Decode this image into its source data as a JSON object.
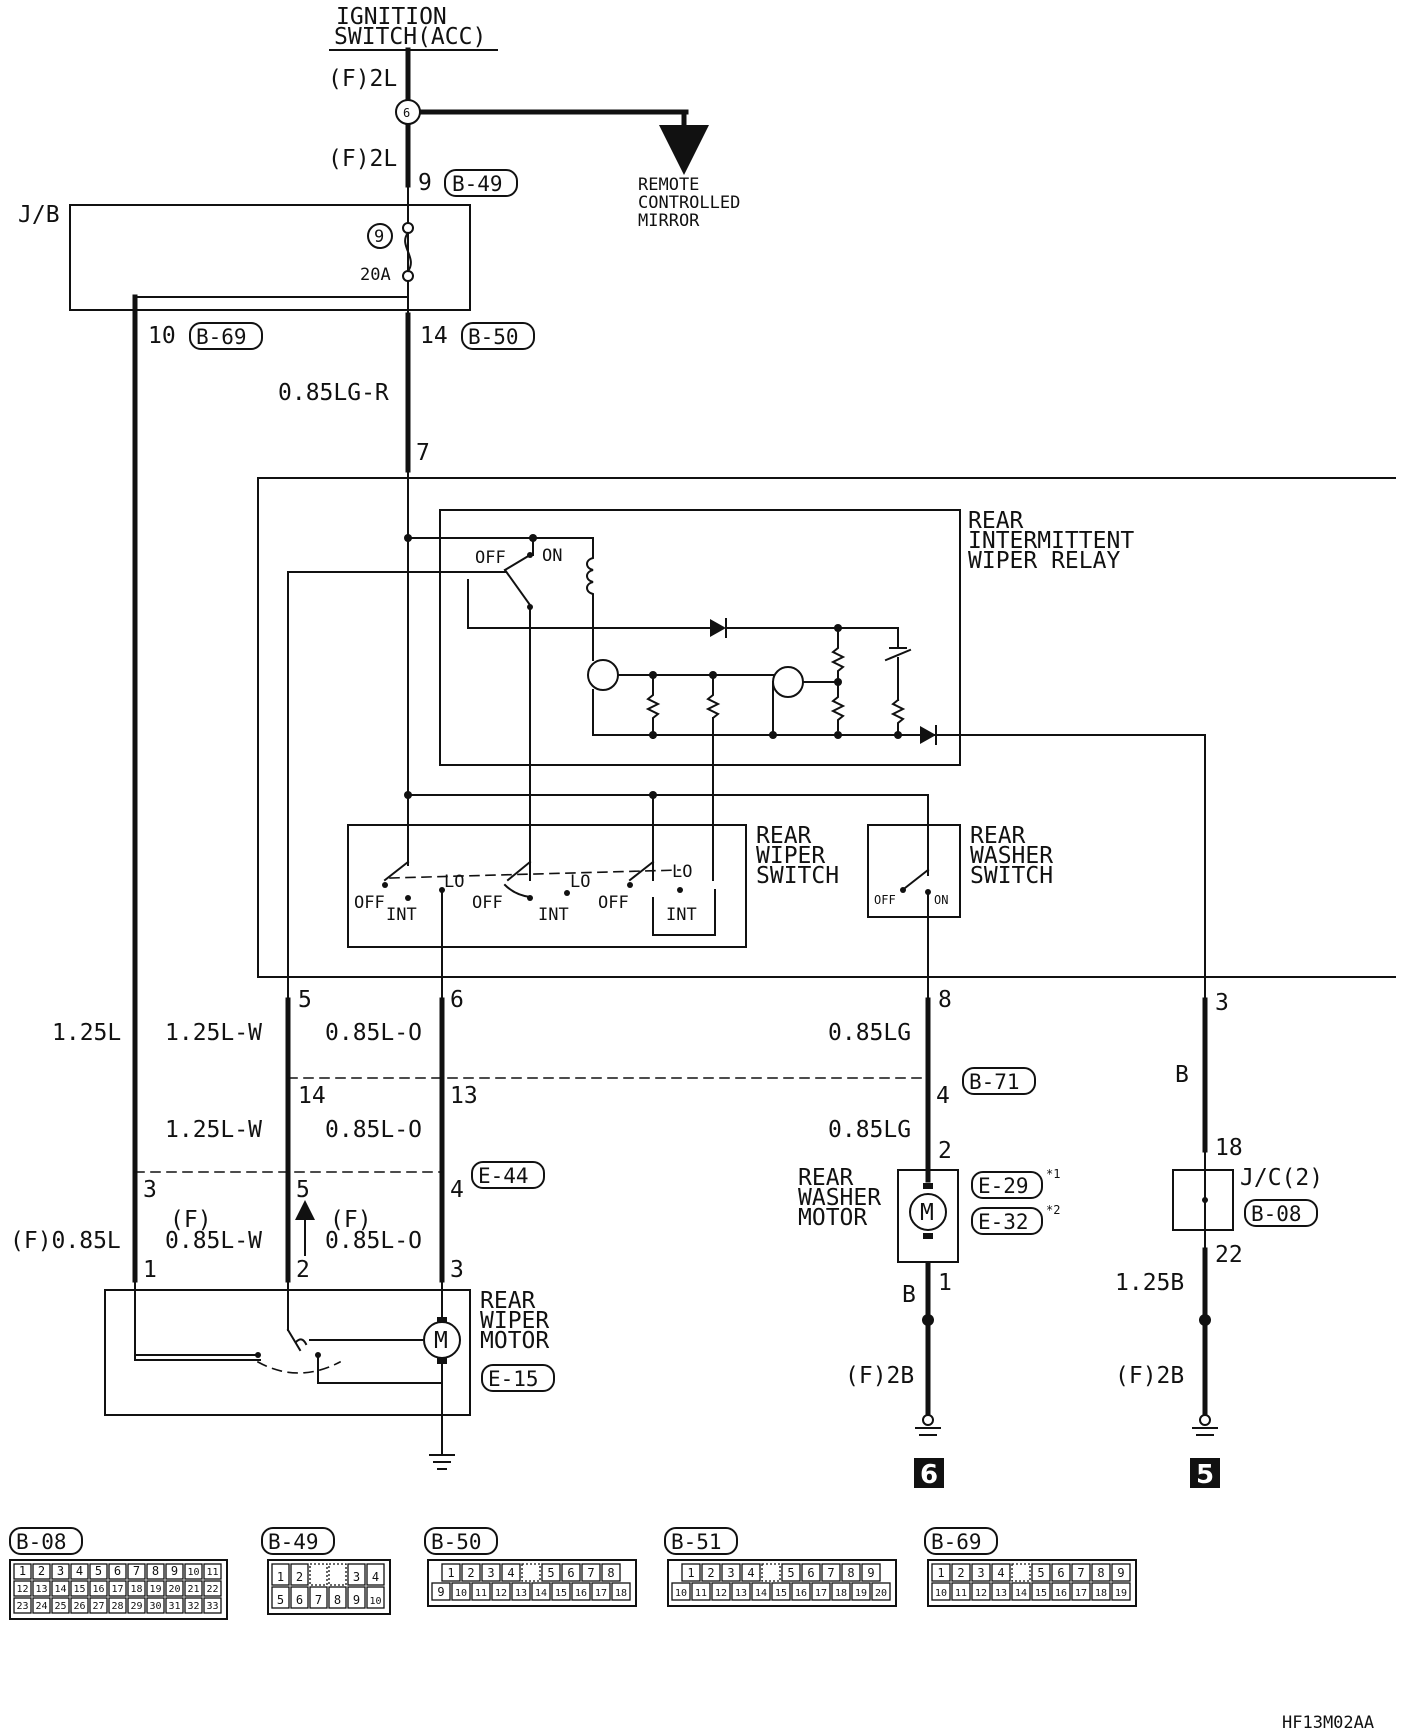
{
  "source": {
    "line1": "IGNITION",
    "line2": "SWITCH(ACC)"
  },
  "remote_mirror": {
    "line1": "REMOTE",
    "line2": "CONTROLLED",
    "line3": "MIRROR"
  },
  "junction_block": {
    "label": "J/B",
    "fuse_no": "9",
    "fuse_rating": "20A"
  },
  "splice_no": "6",
  "components": {
    "relay": {
      "line1": "REAR",
      "line2": "INTERMITTENT",
      "line3": "WIPER RELAY",
      "off": "OFF",
      "on": "ON"
    },
    "wiper_switch": {
      "line1": "REAR",
      "line2": "WIPER",
      "line3": "SWITCH",
      "off": "OFF",
      "int": "INT",
      "lo": "LO"
    },
    "washer_switch": {
      "line1": "REAR",
      "line2": "WASHER",
      "line3": "SWITCH",
      "off": "OFF",
      "on": "ON"
    },
    "washer_motor": {
      "line1": "REAR",
      "line2": "WASHER",
      "line3": "MOTOR",
      "connector_a": "E-29",
      "note_a": "*1",
      "connector_b": "E-32",
      "note_b": "*2"
    },
    "wiper_motor": {
      "line1": "REAR",
      "line2": "WIPER",
      "line3": "MOTOR",
      "connector": "E-15"
    },
    "joint_connector": {
      "label": "J/C(2)",
      "connector": "B-08"
    },
    "motor_symbol": "M"
  },
  "wires": {
    "f2l_top": "(F)2L",
    "f2l_mid": "(F)2L",
    "lg_r": "0.85LG-R",
    "l125": "1.25L",
    "lw_upper": "1.25L-W",
    "lo_upper": "0.85L-O",
    "lw_lower": "1.25L-W",
    "lo_lower": "0.85L-O",
    "f085l": "(F)0.85L",
    "f_w": "(F)",
    "lw_bottom": "0.85L-W",
    "f_o": "(F)",
    "lo_bottom": "0.85L-O",
    "lg_upper": "0.85LG",
    "lg_lower": "0.85LG",
    "b_motor": "B",
    "f2b_left": "(F)2B",
    "b_jc": "B",
    "b125": "1.25B",
    "f2b_right": "(F)2B"
  },
  "pins": {
    "p9": "9",
    "p10": "10",
    "p14a": "14",
    "p7": "7",
    "p5": "5",
    "p6": "6",
    "p8": "8",
    "p3r": "3",
    "p14b": "14",
    "p13": "13",
    "p4b": "4",
    "p2w": "2",
    "p3e": "3",
    "p5e": "5",
    "p4e": "4",
    "p1m": "1",
    "p2m": "2",
    "p3m": "3",
    "p1w": "1",
    "p18": "18",
    "p22": "22"
  },
  "inline_connectors": {
    "b49": "B-49",
    "b69": "B-69",
    "b50": "B-50",
    "b71": "B-71",
    "e44": "E-44"
  },
  "ground_points": [
    "6",
    "5"
  ],
  "connector_views": [
    {
      "name": "B-08",
      "rows": [
        [
          "1",
          "2",
          "3",
          "4",
          "5",
          "6",
          "7",
          "8",
          "9",
          "10",
          "11"
        ],
        [
          "12",
          "13",
          "14",
          "15",
          "16",
          "17",
          "18",
          "19",
          "20",
          "21",
          "22"
        ],
        [
          "23",
          "24",
          "25",
          "26",
          "27",
          "28",
          "29",
          "30",
          "31",
          "32",
          "33"
        ]
      ]
    },
    {
      "name": "B-49",
      "rows": [
        [
          "1",
          "2",
          "",
          "",
          "3",
          "4"
        ],
        [
          "5",
          "6",
          "7",
          "8",
          "9",
          "10"
        ]
      ]
    },
    {
      "name": "B-50",
      "rows": [
        [
          "1",
          "2",
          "3",
          "4",
          "",
          "5",
          "6",
          "7",
          "8"
        ],
        [
          "9",
          "10",
          "11",
          "12",
          "13",
          "14",
          "15",
          "16",
          "17",
          "18"
        ]
      ]
    },
    {
      "name": "B-51",
      "rows": [
        [
          "1",
          "2",
          "3",
          "4",
          "",
          "5",
          "6",
          "7",
          "8",
          "9"
        ],
        [
          "10",
          "11",
          "12",
          "13",
          "14",
          "15",
          "16",
          "17",
          "18",
          "19",
          "20"
        ]
      ]
    },
    {
      "name": "B-69",
      "rows": [
        [
          "1",
          "2",
          "3",
          "4",
          "",
          "5",
          "6",
          "7",
          "8",
          "9"
        ],
        [
          "10",
          "11",
          "12",
          "13",
          "14",
          "15",
          "16",
          "17",
          "18",
          "19"
        ]
      ]
    }
  ],
  "figure_code": "HF13M02AA"
}
